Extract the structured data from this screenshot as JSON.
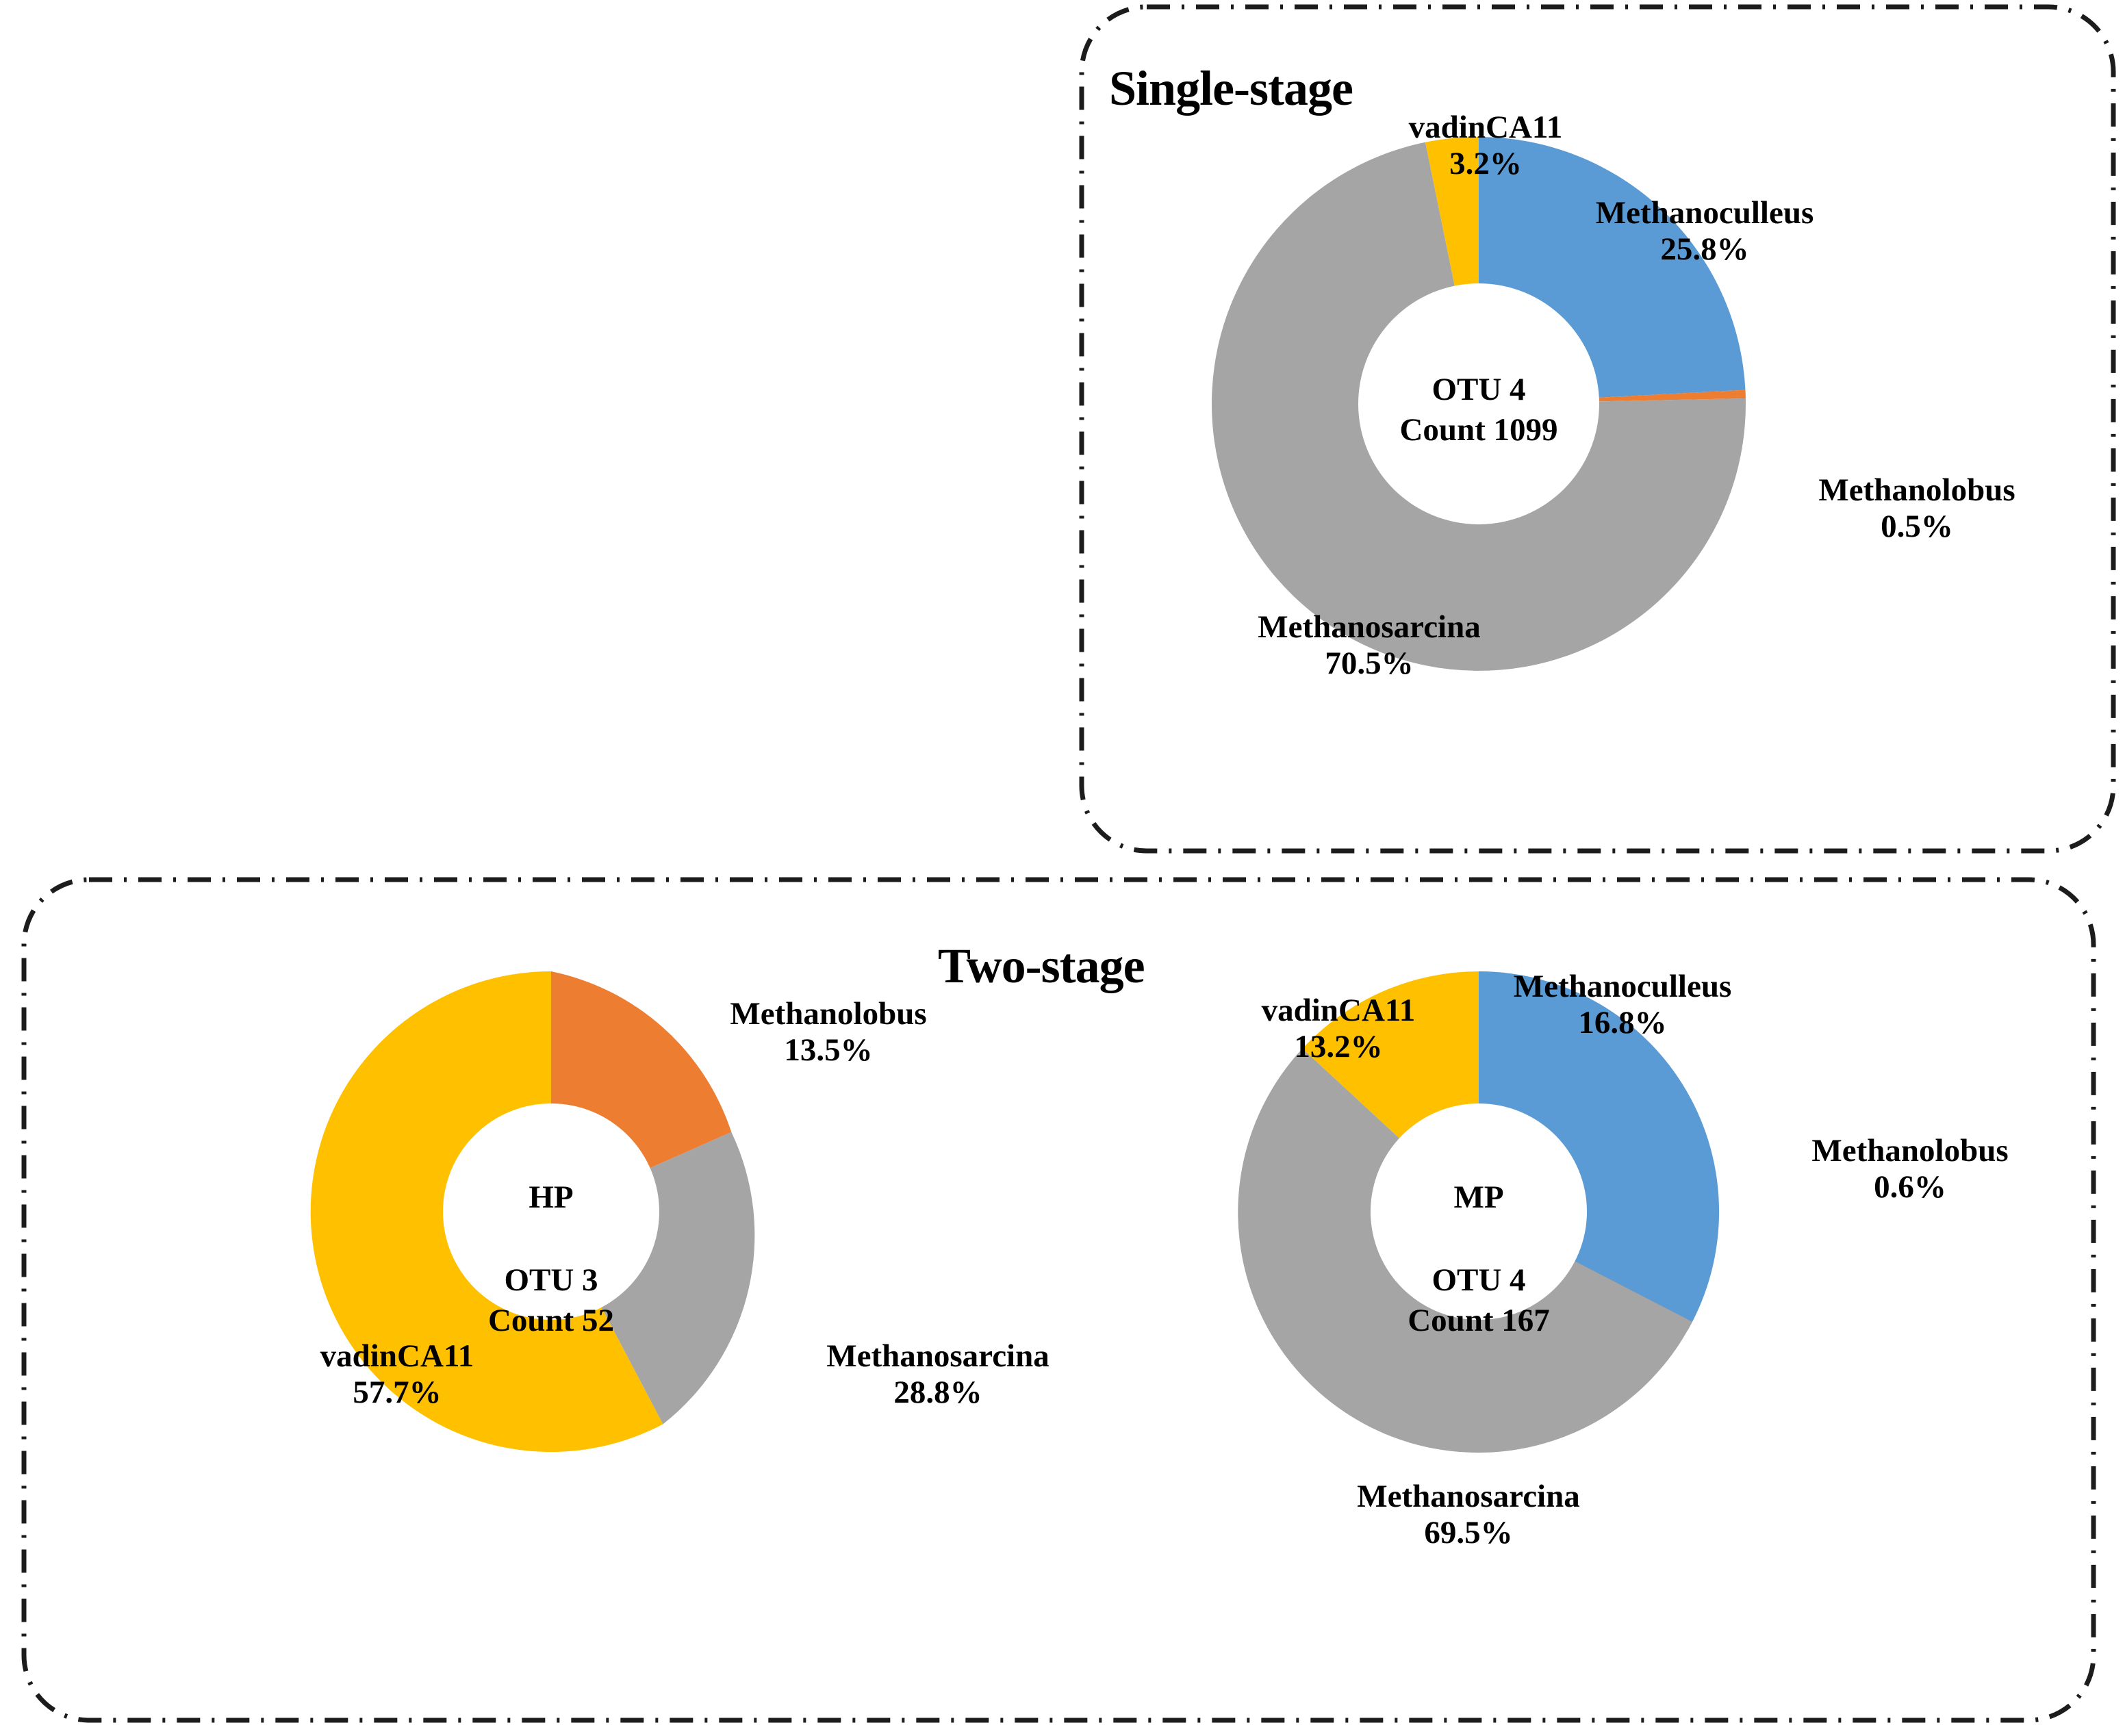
{
  "figure": {
    "title_single": "Single-stage",
    "title_two": "Two-stage"
  },
  "colors": {
    "methanoculleus": "#5B9BD5",
    "methanolobus": "#ED7D31",
    "methanosarcina": "#A5A5A5",
    "vadinca11": "#FFC000",
    "border": "#1C1C1C",
    "background": "#FFFFFF"
  },
  "charts": {
    "single": {
      "center_line1": "OTU 4",
      "center_line2": "Count 1099",
      "labels": {
        "vadin_name": "vadinCA11",
        "vadin_pct": "3.2%",
        "culleus_name": "Methanoculleus",
        "culleus_pct": "25.8%",
        "lobus_name": "Methanolobus",
        "lobus_pct": "0.5%",
        "sarcina_name": "Methanosarcina",
        "sarcina_pct": "70.5%"
      }
    },
    "hp": {
      "center_title": "HP",
      "center_line1": "OTU 3",
      "center_line2": "Count 52",
      "labels": {
        "lobus_name": "Methanolobus",
        "lobus_pct": "13.5%",
        "sarcina_name": "Methanosarcina",
        "sarcina_pct": "28.8%",
        "vadin_name": "vadinCA11",
        "vadin_pct": "57.7%"
      }
    },
    "mp": {
      "center_title": "MP",
      "center_line1": "OTU 4",
      "center_line2": "Count 167",
      "labels": {
        "culleus_name": "Methanoculleus",
        "culleus_pct": "16.8%",
        "lobus_name": "Methanolobus",
        "lobus_pct": "0.6%",
        "sarcina_name": "Methanosarcina",
        "sarcina_pct": "69.5%",
        "vadin_name": "vadinCA11",
        "vadin_pct": "13.2%"
      }
    }
  },
  "chart_data": [
    {
      "type": "pie",
      "title": "Single-stage",
      "subtitle": "OTU 4 / Count 1099",
      "count": 1099,
      "otu": 4,
      "donut": true,
      "start_angle_deg": 0,
      "direction": "clockwise",
      "categories": [
        "Methanoculleus",
        "Methanolobus",
        "Methanosarcina",
        "vadinCA11"
      ],
      "values": [
        25.8,
        0.5,
        70.5,
        3.2
      ],
      "unit": "%",
      "colors": [
        "#5B9BD5",
        "#ED7D31",
        "#A5A5A5",
        "#FFC000"
      ],
      "legend": "none",
      "labels_inline": true
    },
    {
      "type": "pie",
      "title": "Two-stage HP",
      "subtitle": "OTU 3 / Count 52",
      "count": 52,
      "otu": 3,
      "donut": true,
      "start_angle_deg": 0,
      "direction": "clockwise",
      "categories": [
        "Methanolobus",
        "Methanosarcina",
        "vadinCA11"
      ],
      "values": [
        13.5,
        28.8,
        57.7
      ],
      "unit": "%",
      "colors": [
        "#ED7D31",
        "#A5A5A5",
        "#FFC000"
      ],
      "legend": "none",
      "labels_inline": true
    },
    {
      "type": "pie",
      "title": "Two-stage MP",
      "subtitle": "OTU 4 / Count 167",
      "count": 167,
      "otu": 4,
      "donut": true,
      "start_angle_deg": 0,
      "direction": "clockwise",
      "categories": [
        "Methanoculleus",
        "Methanolobus",
        "Methanosarcina",
        "vadinCA11"
      ],
      "values": [
        16.8,
        0.6,
        69.5,
        13.2
      ],
      "unit": "%",
      "colors": [
        "#5B9BD5",
        "#ED7D31",
        "#A5A5A5",
        "#FFC000"
      ],
      "legend": "none",
      "labels_inline": true
    }
  ]
}
